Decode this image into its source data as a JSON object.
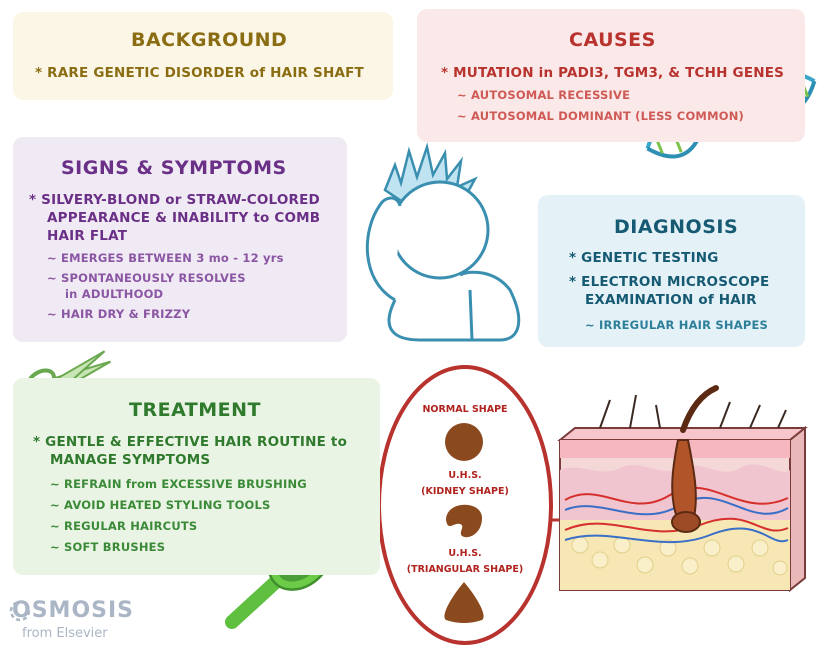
{
  "background": {
    "title": "BACKGROUND",
    "items": [
      "* RARE GENETIC DISORDER of HAIR SHAFT"
    ]
  },
  "causes": {
    "title": "CAUSES",
    "main": "* MUTATION in PADI3, TGM3, & TCHH GENES",
    "subs": [
      "~ AUTOSOMAL RECESSIVE",
      "~ AUTOSOMAL DOMINANT (LESS COMMON)"
    ]
  },
  "signs": {
    "title": "SIGNS & SYMPTOMS",
    "main_lines": [
      "* SILVERY-BLOND or STRAW-COLORED",
      "APPEARANCE & INABILITY to COMB",
      "HAIR FLAT"
    ],
    "subs": [
      "~ EMERGES BETWEEN 3 mo - 12 yrs",
      "~ SPONTANEOUSLY RESOLVES",
      "in ADULTHOOD",
      "~ HAIR DRY & FRIZZY"
    ]
  },
  "diagnosis": {
    "title": "DIAGNOSIS",
    "items": [
      "* GENETIC TESTING",
      "* ELECTRON MICROSCOPE",
      "EXAMINATION of HAIR"
    ],
    "subs": [
      "~ IRREGULAR HAIR SHAPES"
    ]
  },
  "treatment": {
    "title": "TREATMENT",
    "main_lines": [
      "* GENTLE & EFFECTIVE HAIR ROUTINE to",
      "MANAGE SYMPTOMS"
    ],
    "subs": [
      "~ REFRAIN from EXCESSIVE BRUSHING",
      "~ AVOID HEATED STYLING TOOLS",
      "~ REGULAR HAIRCUTS",
      "~ SOFT BRUSHES"
    ]
  },
  "shapes": {
    "normal": "NORMAL SHAPE",
    "kidney_1": "U.H.S.",
    "kidney_2": "(KIDNEY SHAPE)",
    "tri_1": "U.H.S.",
    "tri_2": "(TRIANGULAR SHAPE)"
  },
  "logo": {
    "name": "OSMOSIS",
    "sub": "from Elsevier"
  },
  "colors": {
    "background": "#8a6c12",
    "causes": "#b8322e",
    "signs": "#6a2f86",
    "diagnosis": "#155a72",
    "treatment": "#2f7a2d",
    "hair_shape": "#8b4a1e"
  },
  "icons": [
    "dna-icon",
    "child-scratching-head-icon",
    "scissors-icon",
    "warning-icon",
    "hairbrush-icon",
    "skin-cross-section-icon"
  ]
}
